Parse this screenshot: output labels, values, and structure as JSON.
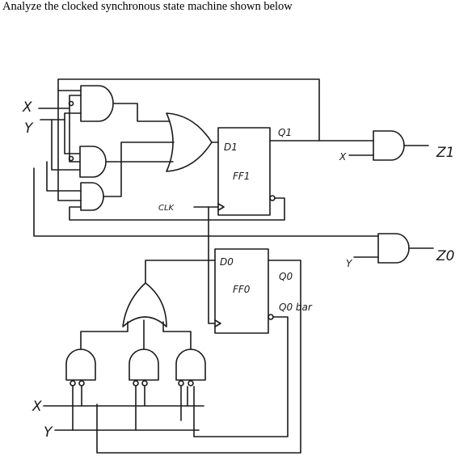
{
  "question": "Analyze the clocked synchronous state machine shown below",
  "diagram": {
    "inputs": {
      "x": "X",
      "y": "Y"
    },
    "clock": "CLK",
    "flipflops": [
      {
        "name": "FF1",
        "d": "D1",
        "q": "Q1"
      },
      {
        "name": "FF0",
        "d": "D0",
        "q": "Q0",
        "qbar": "Q0 bar"
      }
    ],
    "outputs": [
      {
        "name": "Z1",
        "input": "X"
      },
      {
        "name": "Z0",
        "input": "Y"
      }
    ]
  }
}
